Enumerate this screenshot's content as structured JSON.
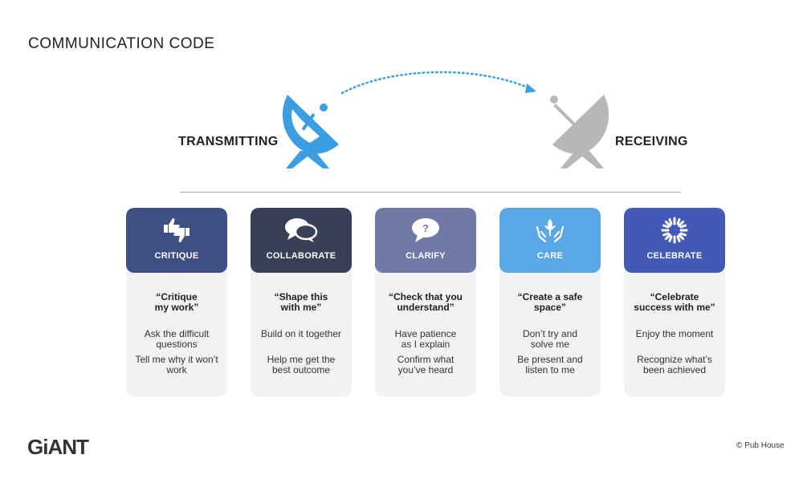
{
  "title": "COMMUNICATION CODE",
  "transmitting_label": "TRANSMITTING",
  "receiving_label": "RECEIVING",
  "colors": {
    "critique": "#3f4e85",
    "collaborate": "#3a3f58",
    "clarify": "#6f7aa6",
    "care": "#5aa7e6",
    "celebrate": "#4259b8",
    "transmit_dish": "#3a9ee0",
    "receive_dish": "#b7b7b7",
    "card_body": "#f2f2f2"
  },
  "cards": [
    {
      "name": "CRITIQUE",
      "icon": "thumbs-up-down-icon",
      "quote": "“Critique\nmy work”",
      "t1": "Ask the difficult\nquestions",
      "t2": "Tell me why it won’t\nwork"
    },
    {
      "name": "COLLABORATE",
      "icon": "speech-bubbles-icon",
      "quote": "“Shape this\nwith me”",
      "t1": "Build on it together",
      "t2": "Help me get the\nbest outcome"
    },
    {
      "name": "CLARIFY",
      "icon": "question-bubble-icon",
      "quote": "“Check that you\nunderstand”",
      "t1": "Have patience\nas I explain",
      "t2": "Confirm what\nyou’ve heard"
    },
    {
      "name": "CARE",
      "icon": "hands-plant-icon",
      "quote": "“Create a safe\nspace”",
      "t1": "Don’t try and\nsolve me",
      "t2": "Be present and\nlisten to me"
    },
    {
      "name": "CELEBRATE",
      "icon": "burst-icon",
      "quote": "“Celebrate\nsuccess with me”",
      "t1": "Enjoy the moment",
      "t2": "Recognize what’s\nbeen achieved"
    }
  ],
  "logo": "GiANT",
  "copyright": "© Pub House"
}
